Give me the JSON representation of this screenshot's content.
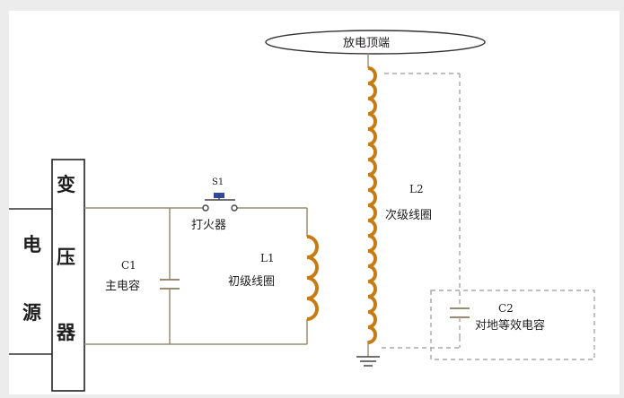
{
  "colors": {
    "background": "#ececec",
    "panel": "#ffffff",
    "wire": "#9a8a72",
    "coil": "#c77b14",
    "dashed": "#a8a8a8",
    "text": "#1e1e1e",
    "switch_button": "#2f48a3"
  },
  "power_source": {
    "label_chars": [
      "电",
      "源"
    ]
  },
  "transformer": {
    "label_chars": [
      "变",
      "压",
      "器"
    ]
  },
  "switch": {
    "id": "S1",
    "label": "打火器"
  },
  "primary_capacitor": {
    "id": "C1",
    "label": "主电容"
  },
  "primary_coil": {
    "id": "L1",
    "label": "初级线圈"
  },
  "secondary_coil": {
    "id": "L2",
    "label": "次级线圈"
  },
  "top_terminal": {
    "label": "放电顶端"
  },
  "ground_capacitor": {
    "id": "C2",
    "label": "对地等效电容"
  },
  "icons": [
    "ground-icon",
    "switch-icon",
    "capacitor-icon",
    "inductor-icon"
  ]
}
